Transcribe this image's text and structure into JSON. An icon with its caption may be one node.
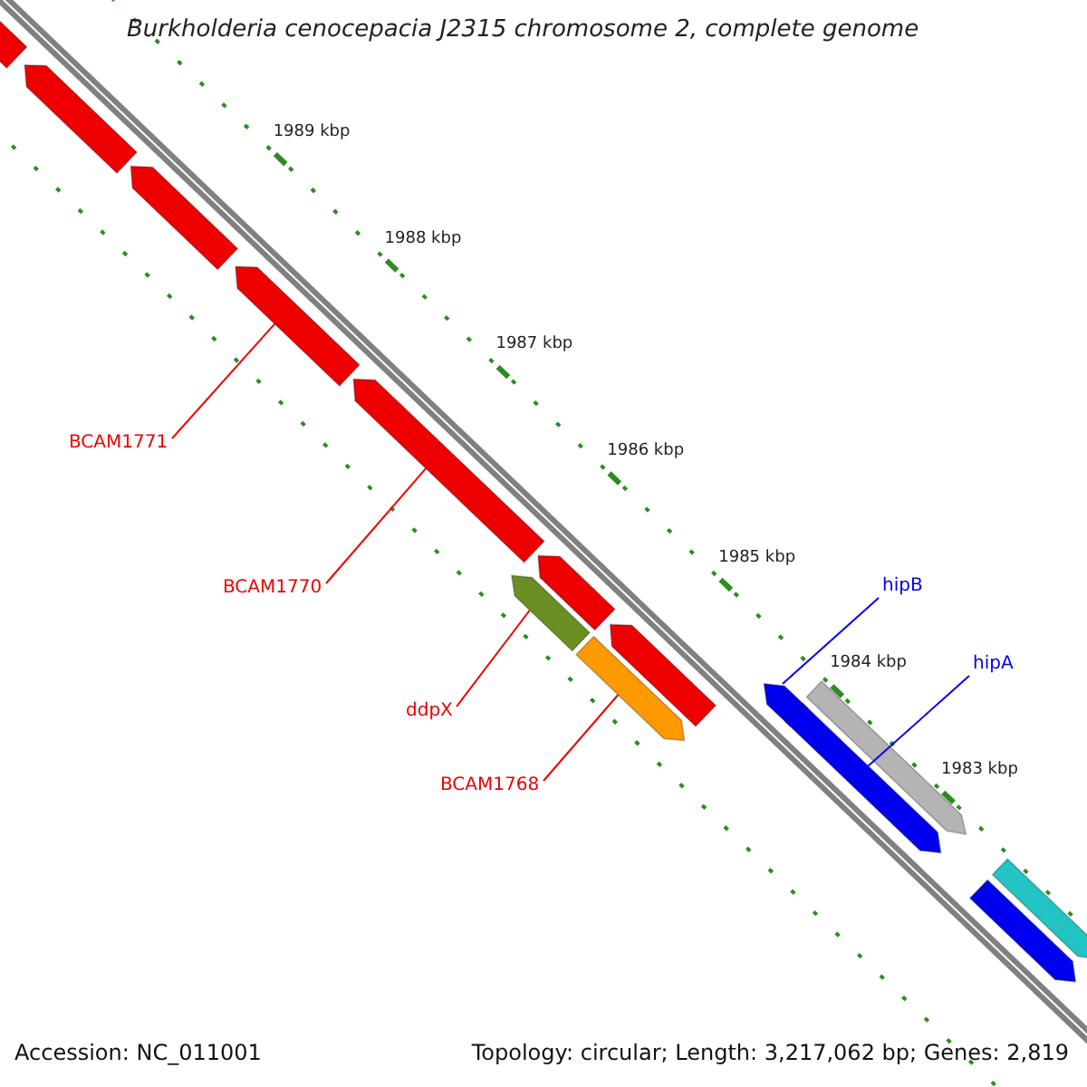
{
  "diagram": {
    "title": "Burkholderia cenocepacia J2315 chromosome 2, complete genome",
    "nodes": [
      {
        "text": [
          "BCAM1771"
        ]
      },
      {
        "text": [
          "BCAM1770"
        ]
      },
      {
        "text": [
          "ddpX"
        ]
      },
      {
        "text": [
          "BCAM1768"
        ]
      },
      {
        "text": [
          "hipB"
        ]
      },
      {
        "text": [
          "hipA"
        ]
      },
      {
        "text": [],
        "shape": "bar"
      },
      {
        "text": [],
        "shape": "bar"
      },
      {
        "text": [],
        "shape": "bar"
      },
      {
        "text": [],
        "shape": "bar"
      },
      {
        "text": [],
        "shape": "bar"
      },
      {
        "text": [],
        "shape": "bar"
      },
      {
        "text": [],
        "shape": "bar"
      },
      {
        "text": [],
        "shape": "bar"
      },
      {
        "text": [],
        "shape": "bar"
      },
      {
        "text": [],
        "shape": "bar"
      },
      {
        "text": [],
        "shape": "bar"
      },
      {
        "text": [],
        "shape": "bar"
      },
      {
        "text": [],
        "shape": "bar"
      },
      {
        "text": [],
        "shape": "bar"
      }
    ],
    "edges": [
      {
        "from": 0,
        "to": 9,
        "arrow": "none"
      },
      {
        "from": 1,
        "to": 10,
        "arrow": "none"
      },
      {
        "from": 2,
        "to": 11,
        "arrow": "none"
      },
      {
        "from": 3,
        "to": 13,
        "arrow": "none"
      },
      {
        "from": 4,
        "to": 15,
        "arrow": "none",
        "color": "#0000ff"
      },
      {
        "from": 5,
        "to": 17,
        "arrow": "none",
        "color": "#0000ff"
      }
    ],
    "labels": [
      "1989 kbp",
      "1988 kbp",
      "1987 kbp",
      "1986 kbp",
      "1985 kbp",
      "1984 kbp",
      "1983 kbp",
      "Accession: NC_011001",
      "Topology: circular; Length: 3,217,062 bp; Genes: 2,819"
    ]
  }
}
